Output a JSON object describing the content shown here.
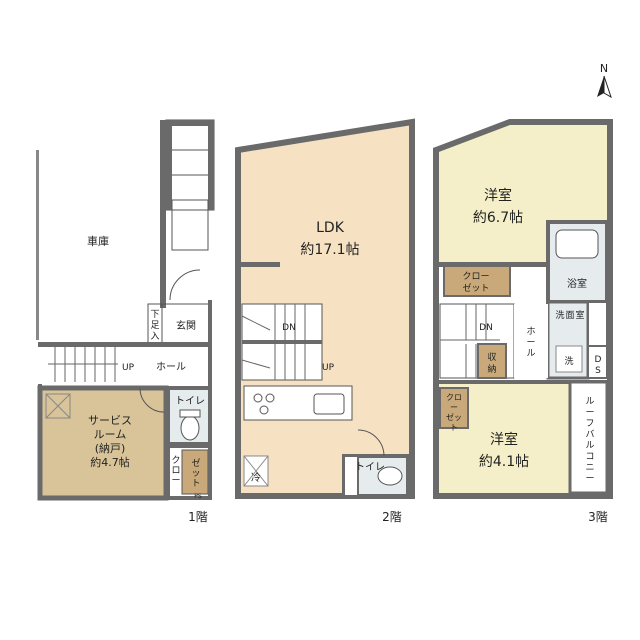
{
  "north_symbol": "N",
  "colors": {
    "wall": "#6a6a6a",
    "ldk_floor": "#f6e2c3",
    "service_room_floor": "#d9c499",
    "western_room_floor": "#f4efc8",
    "bath_floor": "#e6ecee",
    "closet_floor": "#c9a979",
    "white": "#ffffff"
  },
  "floors": {
    "first": {
      "floor_label": "1階",
      "garage": "車庫",
      "shoebox": [
        "下",
        "足",
        "入"
      ],
      "entrance": "玄関",
      "hall": "ホール",
      "up": "UP",
      "service_room": [
        "サービス",
        "ルーム",
        "(納戸)",
        "約4.7帖"
      ],
      "toilet": "トイレ",
      "closet": [
        "ク",
        "ロ",
        "ー",
        "ゼ",
        "ッ",
        "ト"
      ],
      "ps": "PS"
    },
    "second": {
      "floor_label": "2階",
      "ldk": "LDK",
      "ldk_size": "約17.1帖",
      "dn": "DN",
      "up": "UP",
      "fridge": "冷",
      "toilet": "トイレ"
    },
    "third": {
      "floor_label": "3階",
      "western_room_a": "洋室",
      "western_room_a_size": "約6.7帖",
      "closet_a": [
        "クロー",
        "ゼット"
      ],
      "bathroom": "浴室",
      "washroom": [
        "洗",
        "面",
        "室"
      ],
      "washer": "洗",
      "ds": [
        "D",
        "S"
      ],
      "dn": "DN",
      "hall": [
        "ホ",
        "ー",
        "ル"
      ],
      "storage": [
        "収",
        "納"
      ],
      "closet_b": [
        "クロ",
        "ー",
        "ゼッ",
        "ト"
      ],
      "western_room_b": "洋室",
      "western_room_b_size": "約4.1帖",
      "roof_balcony": [
        "ル",
        "ー",
        "フ",
        "バ",
        "ル",
        "コ",
        "ニ",
        "ー"
      ]
    }
  }
}
